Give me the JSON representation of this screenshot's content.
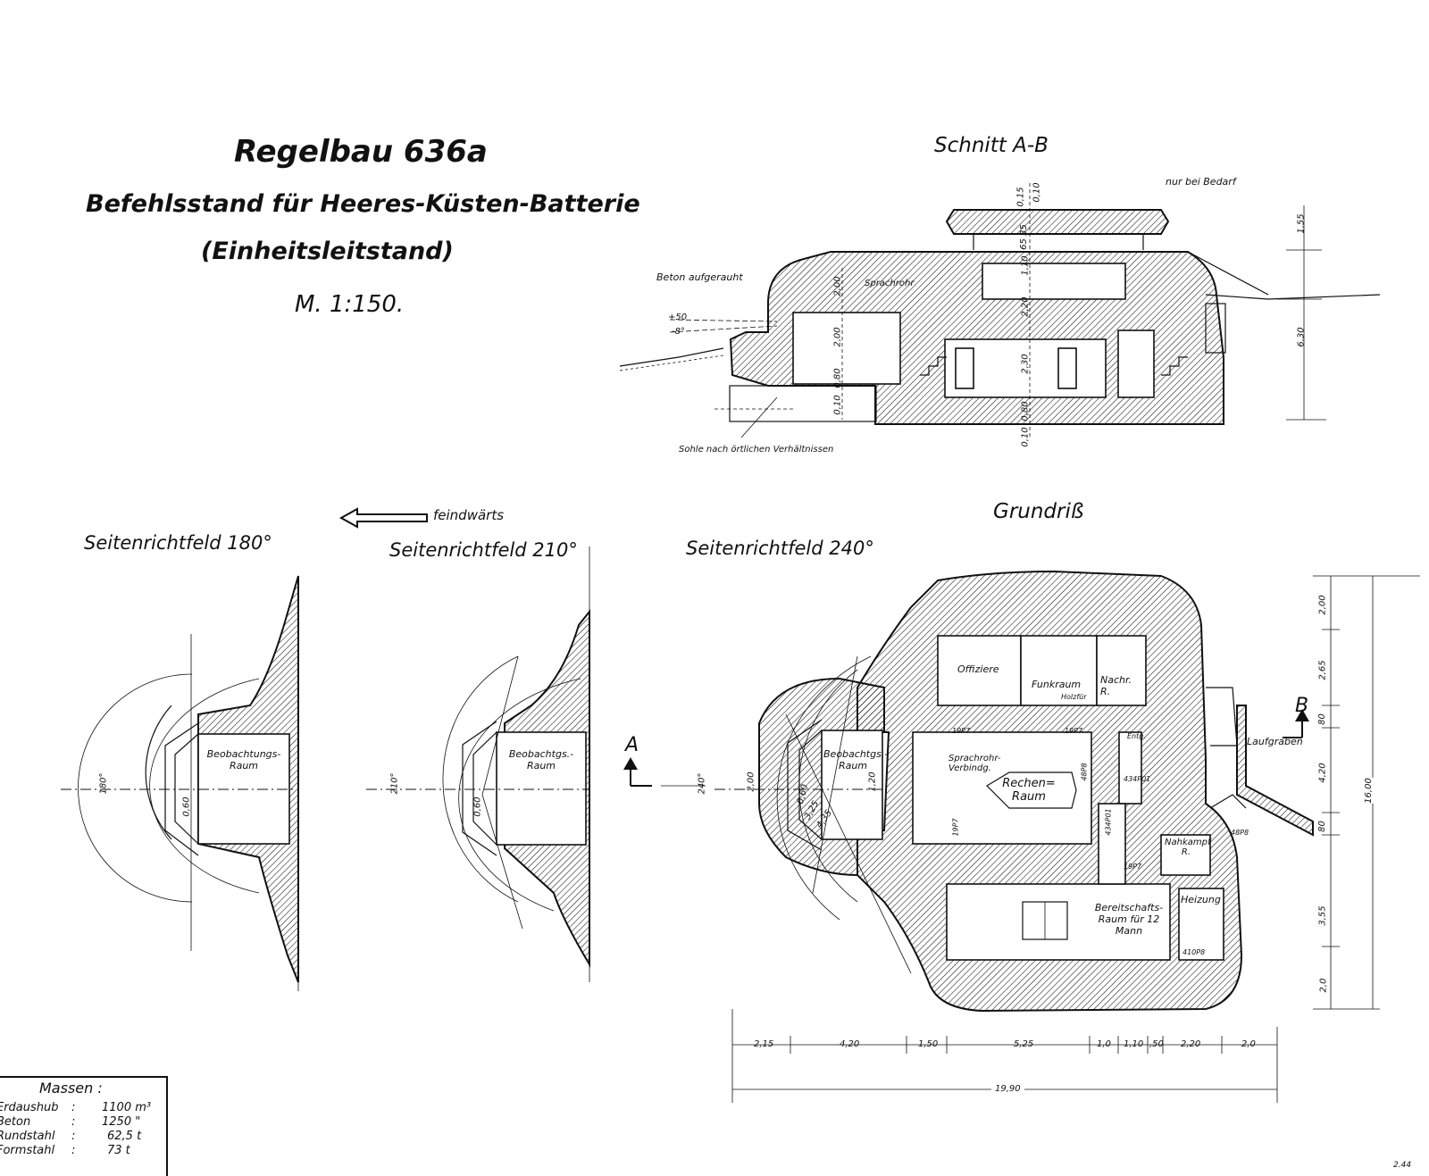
{
  "title": {
    "main": "Regelbau 636a",
    "line2": "Befehlsstand für Heeres-Küsten-Batterie",
    "line3": "(Einheitsleitstand)",
    "scale": "M. 1:150."
  },
  "section": {
    "heading": "Schnitt A-B",
    "note_top": "nur bei Bedarf",
    "beton": "Beton aufgerauht",
    "sprachrohr": "Sprachrohr",
    "sohle": "Sohle nach örtlichen Verhältnissen",
    "angle_up": "+50",
    "angle_down": "-8°",
    "dims_right": [
      "1,55",
      "6,30"
    ],
    "dims_mid": [
      "0,15",
      "0,10",
      "35",
      "65",
      "1,10",
      "2,20",
      "2,30",
      "0,80",
      "0,10"
    ],
    "dims_left": [
      "2,00",
      "2,00",
      "0,80",
      "0,10"
    ]
  },
  "enemy_arrow": "feindwärts",
  "plan": {
    "heading": "Grundriß",
    "rooms": {
      "offiziere": "Offiziere",
      "funkraum": "Funkraum",
      "holzfur": "Holzfür",
      "nachr": "Nachr. R.",
      "beob": "Beobachtgs.- Raum",
      "sprach": "Sprachrohr- Verbindg.",
      "rechen": "Rechen= Raum",
      "bereit": "Bereitschafts- Raum für 12 Mann",
      "heizung": "Heizung",
      "laufgraben": "Laufgraben",
      "nahkampf": "Nahkampf R.",
      "entg": "Entg."
    },
    "small": [
      "19P7",
      "19P7",
      "19P7",
      "19P7",
      "48P8",
      "48P8",
      "434P01",
      "434P01",
      "410P8",
      "1,20",
      "2,00",
      "0,60",
      "3,25",
      "4,35"
    ],
    "section_a": "A",
    "section_b": "B",
    "dims_bottom": [
      "2,15",
      "4,20",
      "1,50",
      "5,25",
      "1,0",
      "1,10",
      ",50",
      "2,20",
      "2,0"
    ],
    "total_width": "19,90",
    "dims_right": [
      "2,00",
      "2,65",
      "80",
      "4,20",
      "80",
      "3,55",
      "2,0"
    ],
    "total_height": "16,00"
  },
  "fields": [
    {
      "heading": "Seitenrichtfeld  180°",
      "room": "Beobachtungs- Raum",
      "angle": "180°",
      "dim": "0,60"
    },
    {
      "heading": "Seitenrichtfeld 210°",
      "room": "Beobachtgs.- Raum",
      "angle": "210°",
      "dim": "0,60"
    },
    {
      "heading": "Seitenrichtfeld 240°",
      "angle": "240°"
    }
  ],
  "masses": {
    "heading": "Massen :",
    "rows": [
      {
        "label": "Erdaushub",
        "value": "1100 m³"
      },
      {
        "label": "Beton",
        "value": "1250 \""
      },
      {
        "label": "Rundstahl",
        "value": "62,5 t"
      },
      {
        "label": "Formstahl",
        "value": "73 t"
      }
    ]
  },
  "sheet_no": "2.44"
}
